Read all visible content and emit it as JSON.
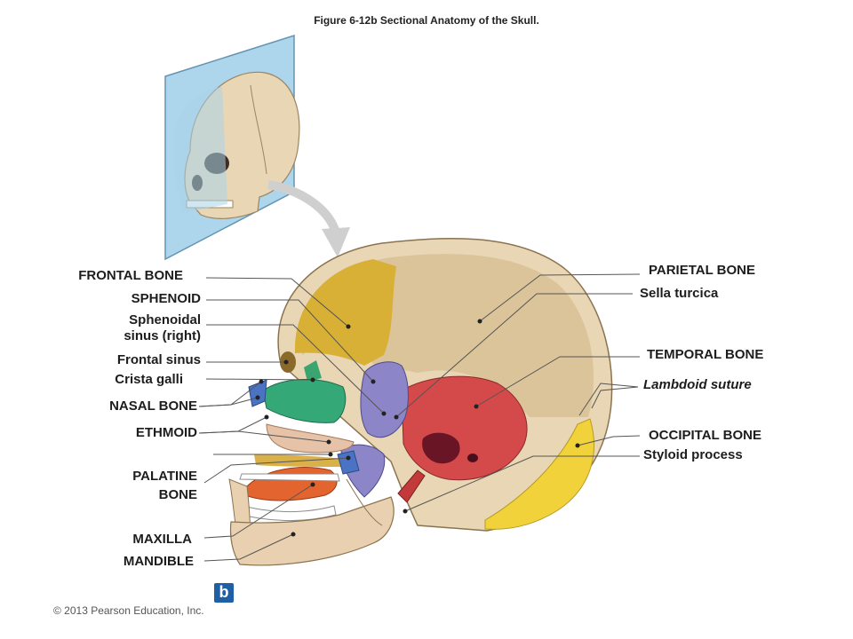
{
  "caption": "Figure 6-12b  Sectional Anatomy of the Skull.",
  "labels": {
    "frontal_bone": "FRONTAL BONE",
    "sphenoid": "SPHENOID",
    "sphenoidal_sinus_line1": "Sphenoidal",
    "sphenoidal_sinus_line2": "sinus (right)",
    "frontal_sinus": "Frontal sinus",
    "crista_galli": "Crista galli",
    "nasal_bone": "NASAL BONE",
    "ethmoid": "ETHMOID",
    "palatine_line1": "PALATINE",
    "palatine_line2": "BONE",
    "maxilla": "MAXILLA",
    "mandible": "MANDIBLE",
    "parietal_bone": "PARIETAL BONE",
    "sella_turcica": "Sella turcica",
    "temporal_bone": "TEMPORAL BONE",
    "lambdoid_suture": "Lambdoid suture",
    "occipital_bone": "OCCIPITAL BONE",
    "styloid_process": "Styloid process"
  },
  "badge": "b",
  "copyright": "© 2013 Pearson Education, Inc.",
  "colors": {
    "plane": "#a9d3ea",
    "skull_bone": "#e9d6b5",
    "frontal": "#d8b036",
    "parietal": "#dcc49a",
    "sphenoid": "#8c86c9",
    "temporal": "#d44a4a",
    "occipital": "#f2d23a",
    "ethmoid": "#e6c3a8",
    "nasal_septum": "#35a877",
    "palatine": "#4b73c4",
    "maxilla": "#e8d0b0",
    "tongue": "#e3642f"
  }
}
